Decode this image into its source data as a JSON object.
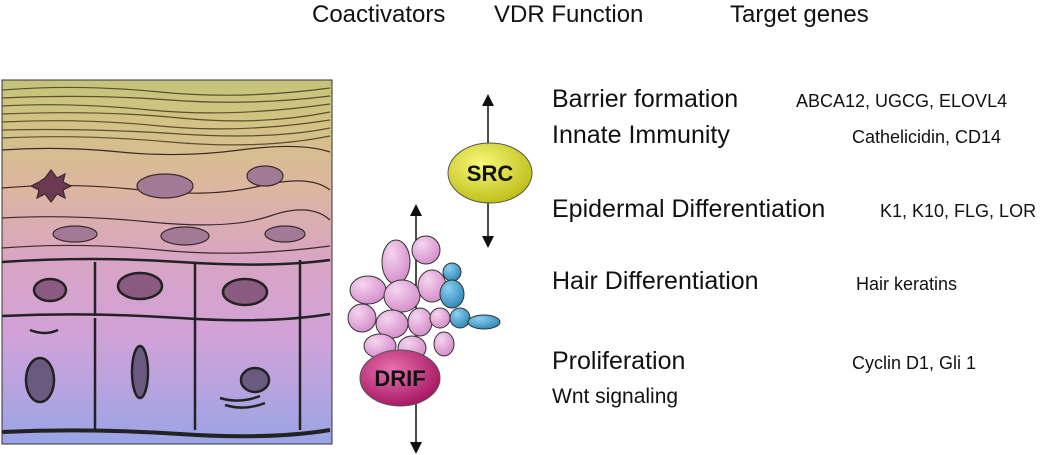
{
  "headers": {
    "coactivators": "Coactivators",
    "vdr_function": "VDR Function",
    "target_genes": "Target genes"
  },
  "coactivator_labels": {
    "src": "SRC",
    "drif": "DRIF"
  },
  "functions": [
    {
      "name": "Barrier formation",
      "genes": "ABCA12, UGCG, ELOVL4"
    },
    {
      "name": "Innate Immunity",
      "genes": "Cathelicidin, CD14"
    },
    {
      "name": "Epidermal Differentiation",
      "genes": "K1, K10, FLG, LOR"
    },
    {
      "name": "Hair Differentiation",
      "genes": "Hair keratins"
    },
    {
      "name": "Proliferation",
      "genes": "Cyclin D1, Gli 1"
    },
    {
      "name": "Wnt signaling",
      "genes": ""
    }
  ],
  "colors": {
    "src_fill": "#d6d62a",
    "drif_fill": "#c0287a",
    "drif_complex": "#e6a6dc",
    "drif_blue": "#4a9ec8",
    "stratum_corneum": "#c9c27a",
    "basal_layer": "#9fa8e4"
  }
}
